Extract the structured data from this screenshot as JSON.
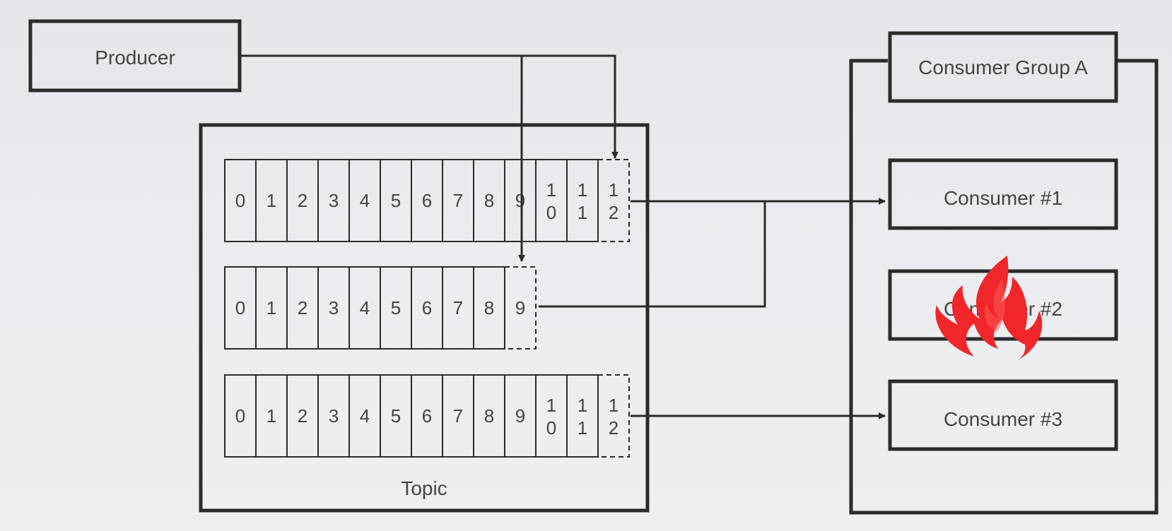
{
  "producer": {
    "label": "Producer"
  },
  "topic": {
    "label": "Topic",
    "partitions": [
      {
        "offsets": [
          "0",
          "1",
          "2",
          "3",
          "4",
          "5",
          "6",
          "7",
          "8",
          "9",
          "10",
          "11"
        ],
        "pending": "12"
      },
      {
        "offsets": [
          "0",
          "1",
          "2",
          "3",
          "4",
          "5",
          "6",
          "7",
          "8"
        ],
        "pending": "9"
      },
      {
        "offsets": [
          "0",
          "1",
          "2",
          "3",
          "4",
          "5",
          "6",
          "7",
          "8",
          "9",
          "10",
          "11"
        ],
        "pending": "12"
      }
    ]
  },
  "consumer_group": {
    "title": "Consumer Group A",
    "consumers": [
      {
        "label": "Consumer #1",
        "status": "active"
      },
      {
        "label": "Consumer #2",
        "status": "failed"
      },
      {
        "label": "Consumer #3",
        "status": "active"
      }
    ]
  },
  "colors": {
    "line": "#2b2b2b",
    "text": "#444444",
    "fire": "#f0262a",
    "fire_highlight": "#ff5a55"
  },
  "icons": {
    "failure": "fire-icon"
  }
}
